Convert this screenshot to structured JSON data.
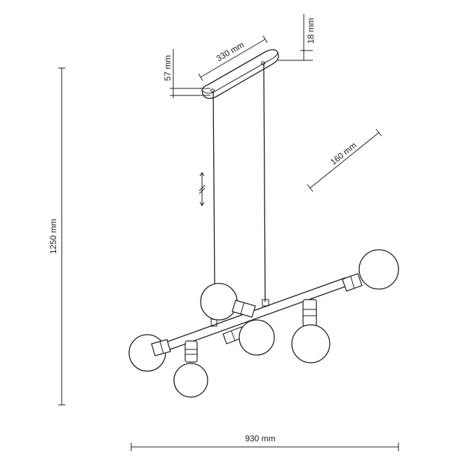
{
  "dimensions": {
    "canopy_length": "330 mm",
    "canopy_depth": "18 mm",
    "canopy_height": "57 mm",
    "socket_spacing": "160 mm",
    "total_height": "1250 mm",
    "total_width": "930 mm"
  }
}
